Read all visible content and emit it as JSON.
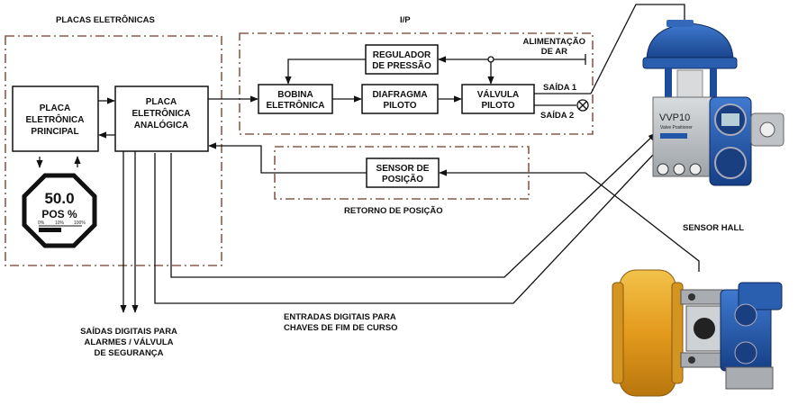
{
  "regions": {
    "placas_title": "PLACAS ELETRÔNICAS",
    "ip_title": "I/P",
    "retorno_title": "RETORNO DE POSIÇÃO"
  },
  "blocks": {
    "principal": [
      "PLACA",
      "ELETRÔNICA",
      "PRINCIPAL"
    ],
    "analogica": [
      "PLACA",
      "ELETRÔNICA",
      "ANALÓGICA"
    ],
    "bobina": [
      "BOBINA",
      "ELETRÔNICA"
    ],
    "diafragma": [
      "DIAFRAGMA",
      "PILOTO"
    ],
    "valvula": [
      "VÁLVULA",
      "PILOTO"
    ],
    "regulador": [
      "REGULADOR",
      "DE PRESSÃO"
    ],
    "sensor": [
      "SENSOR DE",
      "POSIÇÃO"
    ]
  },
  "labels": {
    "alimentacao": [
      "ALIMENTAÇÃO",
      "DE AR"
    ],
    "saida1": "SAÍDA 1",
    "saida2": "SAÍDA 2",
    "sensor_hall": "SENSOR HALL",
    "saidas_digitais": [
      "SAÍDAS DIGITAIS PARA",
      "ALARMES / VÁLVULA",
      "DE SEGURANÇA"
    ],
    "entradas_digitais": [
      "ENTRADAS DIGITAIS PARA",
      "CHAVES DE FIM DE CURSO"
    ]
  },
  "display": {
    "value": "50.0",
    "unit": "POS %",
    "scale": [
      "0%",
      "10%",
      "100%"
    ]
  },
  "device": {
    "model": "VVP10",
    "subtitle": "Valve Positioner"
  },
  "colors": {
    "region_border": "#8a5a50",
    "positioner_blue": "#1f56a8",
    "actuator_orange": "#e0a020",
    "line": "#111111"
  }
}
